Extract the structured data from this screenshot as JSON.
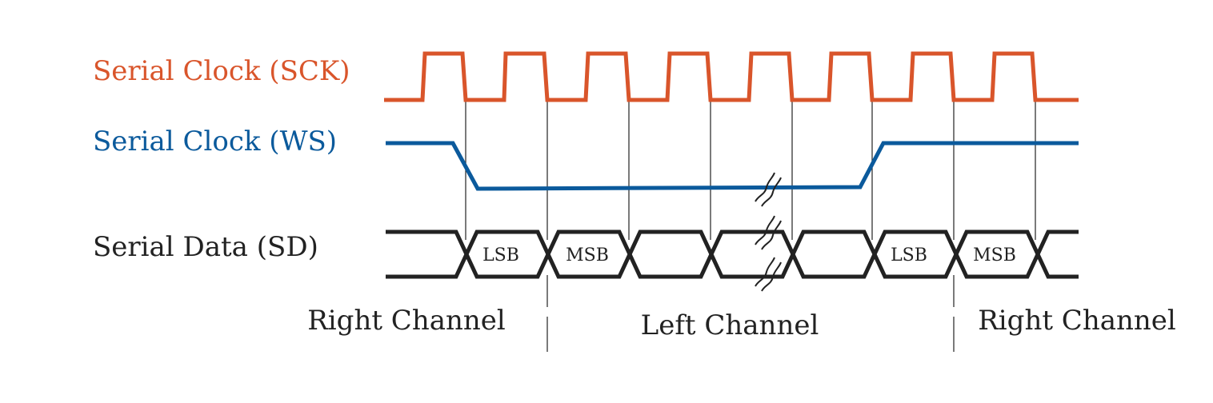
{
  "signals": {
    "sck": {
      "label": "Serial Clock (SCK)",
      "color": "#D9552B"
    },
    "ws": {
      "label": "Serial Clock (WS)",
      "color": "#0B5A9C"
    },
    "sd": {
      "label": "Serial Data (SD)",
      "color": "#222222"
    }
  },
  "data_bits": [
    "",
    "LSB",
    "MSB",
    "",
    "",
    "",
    "LSB",
    "MSB",
    ""
  ],
  "channels": {
    "left_right": "Right Channel",
    "middle": "Left Channel",
    "right_right": "Right Channel"
  },
  "colors": {
    "guide": "#222222",
    "background": "#ffffff"
  }
}
